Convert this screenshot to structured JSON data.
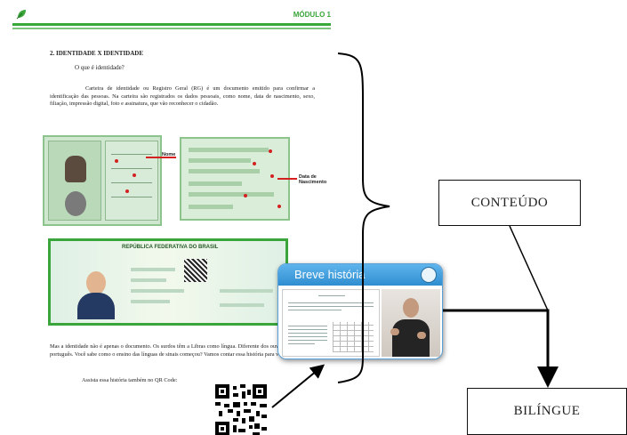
{
  "document": {
    "module_label": "MÓDULO 1",
    "section_title": "2.   IDENTIDADE X IDENTIDADE",
    "question": "O que é identidade?",
    "paragraph": "Carteira de identidade ou Registro Geral (RG) é um documento emitido para confirmar a identificação das pessoas. Na carteira são registrados os dados pessoais, como nome, data de nascimento, sexo, filiação, impressão digital, foto e assinatura, que vão reconhecer o cidadão.",
    "label_nome": "Nome",
    "label_data": "Data de Nascimento",
    "new_id_title": "REPÚBLICA FEDERATIVA DO BRASIL",
    "paragraph2": "Mas a identidade não é apenas o documento. Os surdos têm a Libras como língua. Diferente dos ouvintes que usam o português. Você sabe como o ensino das línguas de sinais começou? Vamos contar essa história para vocês.",
    "qr_caption": "Assista essa história também no QR Code:"
  },
  "video": {
    "title": "Breve história"
  },
  "diagram": {
    "box_top": "CONTEÚDO",
    "box_bottom": "BILÍNGUE"
  }
}
